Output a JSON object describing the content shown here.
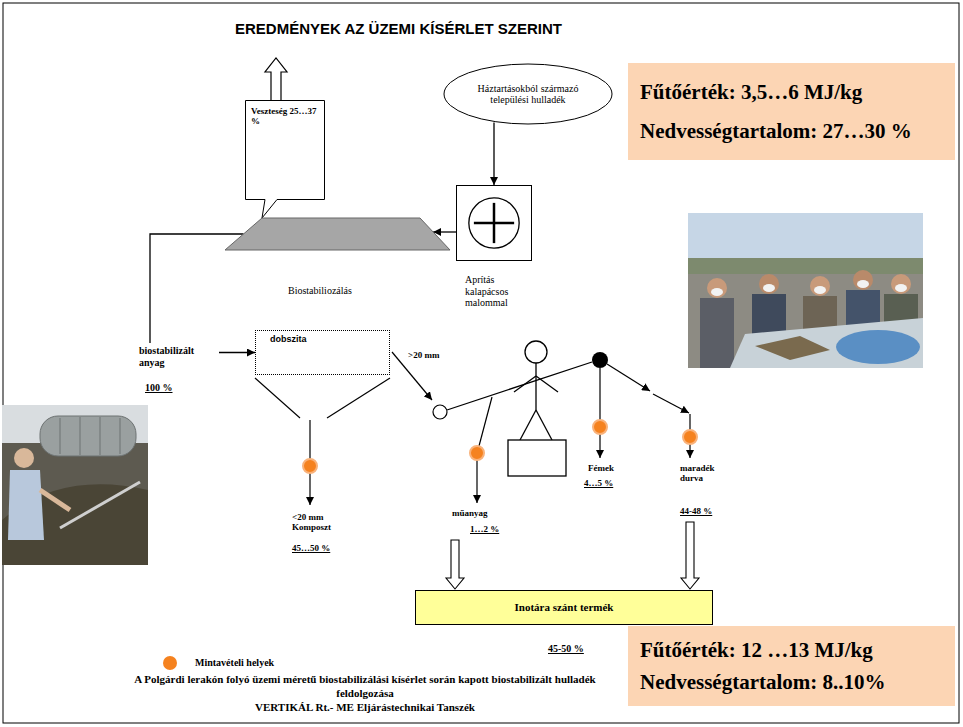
{
  "diagram": {
    "title": "EREDMÉNYEK AZ ÜZEMI KÍSÉRLET SZERINT",
    "caption": "A Polgárdi lerakón folyó üzemi méretű biostabilizálási kísérlet során kapott biostabilizált hulladék feldolgozása",
    "nodes": [
      {
        "text": [
          "Háztartásokból származó települési hulladék"
        ]
      },
      {
        "text": [
          "Fűtőérték: 3,5…6 MJ/kg",
          "Nedvességtartalom: 27…30 %"
        ]
      },
      {
        "text": [
          "Aprítás kalapácsos malommal"
        ]
      },
      {
        "text": [
          "Veszteség 25…37 %"
        ]
      },
      {
        "text": [
          "Biostabiliozálás"
        ]
      },
      {
        "text": [
          "dobszita"
        ]
      },
      {
        "text": [
          "Inotára szánt termék"
        ]
      },
      {
        "text": [
          "Fűtőérték: 12 …13 MJ/kg",
          "Nedvességtartalom: 8..10%"
        ]
      }
    ],
    "edges": [
      {
        "from": 0,
        "to": 2,
        "arrow": "to"
      },
      {
        "from": 2,
        "to": 4,
        "arrow": "to"
      },
      {
        "from": 4,
        "to": 5,
        "arrow": "to",
        "label": "biostabilizált anyag"
      }
    ],
    "labels": [
      "100 %",
      ">20 mm",
      "<20 mm Komposzt",
      "45…50 %",
      "műanyag",
      "1…2 %",
      "Fémek",
      "4…5 %",
      "maradék durva",
      "44-48 %",
      "45-50 %",
      "VERTIKÁL Rt.- ME Eljárástechnikai Tanszék"
    ],
    "legend": [
      {
        "text": "Mintavételi helyek",
        "color": "#f5821f"
      }
    ]
  }
}
